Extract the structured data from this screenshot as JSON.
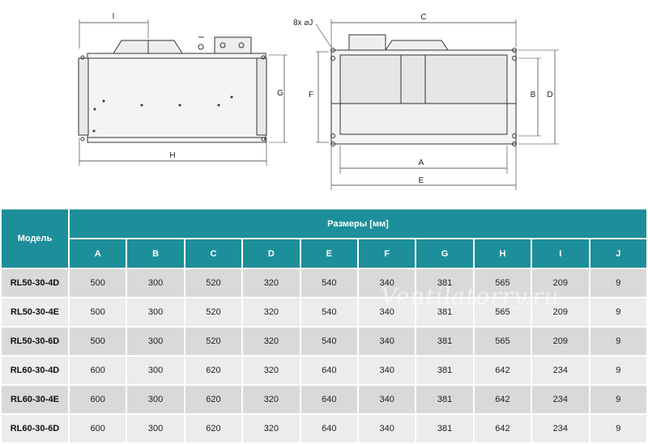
{
  "drawing": {
    "labels": {
      "I": "I",
      "G": "G",
      "H": "H",
      "hole": "8x ⌀J",
      "C": "C",
      "F": "F",
      "B": "B",
      "D": "D",
      "A": "A",
      "E": "E"
    }
  },
  "table": {
    "model_header": "Модель",
    "group_header": "Размеры [мм]",
    "columns": [
      "A",
      "B",
      "C",
      "D",
      "E",
      "F",
      "G",
      "H",
      "I",
      "J"
    ],
    "rows": [
      {
        "model": "RL50-30-4D",
        "values": [
          "500",
          "300",
          "520",
          "320",
          "540",
          "340",
          "381",
          "565",
          "209",
          "9"
        ]
      },
      {
        "model": "RL50-30-4E",
        "values": [
          "500",
          "300",
          "520",
          "320",
          "540",
          "340",
          "381",
          "565",
          "209",
          "9"
        ]
      },
      {
        "model": "RL50-30-6D",
        "values": [
          "500",
          "300",
          "520",
          "320",
          "540",
          "340",
          "381",
          "565",
          "209",
          "9"
        ]
      },
      {
        "model": "RL60-30-4D",
        "values": [
          "600",
          "300",
          "620",
          "320",
          "640",
          "340",
          "381",
          "642",
          "234",
          "9"
        ]
      },
      {
        "model": "RL60-30-4E",
        "values": [
          "600",
          "300",
          "620",
          "320",
          "640",
          "340",
          "381",
          "642",
          "234",
          "9"
        ]
      },
      {
        "model": "RL60-30-6D",
        "values": [
          "600",
          "300",
          "620",
          "320",
          "640",
          "340",
          "381",
          "642",
          "234",
          "9"
        ]
      }
    ]
  },
  "watermark": "Ventilatorry.ru",
  "colors": {
    "header": "#1d8f9a",
    "row_dark": "#d9d9d9",
    "row_light": "#ececec"
  }
}
